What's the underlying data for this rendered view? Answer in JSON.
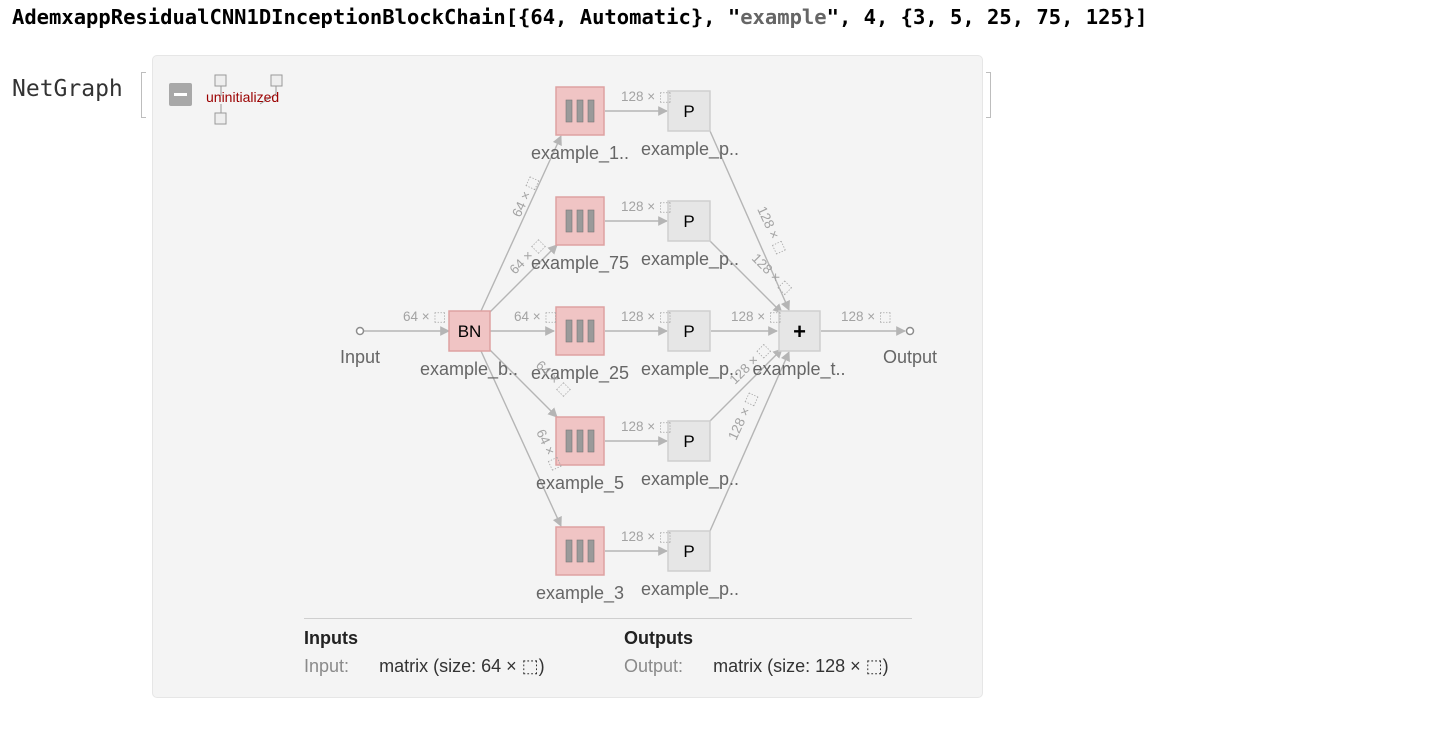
{
  "input_code": {
    "function_name": "AdemxappResidualCNN1DInceptionBlockChain",
    "args_prefix": "[{64, Automatic}, ",
    "string_arg": "example",
    "args_suffix": ", 4, {3, 5, 25, 75, 125}]"
  },
  "output_head": "NetGraph",
  "status": "uninitialized",
  "graph": {
    "endpoints": {
      "input": "Input",
      "output": "Output"
    },
    "nodes": {
      "bn": {
        "text": "BN",
        "label": "example_b.."
      },
      "c1": {
        "label": "example_1.."
      },
      "c2": {
        "label": "example_75"
      },
      "c3": {
        "label": "example_25"
      },
      "c4": {
        "label": "example_5"
      },
      "c5": {
        "label": "example_3"
      },
      "p1": {
        "text": "P",
        "label": "example_p.."
      },
      "p2": {
        "text": "P",
        "label": "example_p.."
      },
      "p3": {
        "text": "P",
        "label": "example_p.."
      },
      "p4": {
        "text": "P",
        "label": "example_p.."
      },
      "p5": {
        "text": "P",
        "label": "example_p.."
      },
      "tot": {
        "text": "+",
        "label": "example_t.."
      }
    },
    "dims": {
      "d64": "64 × ⬚",
      "d128": "128 × ⬚"
    },
    "colors": {
      "conv_fill": "#f0c4c4",
      "conv_stroke": "#dea1a1",
      "pool_fill": "#e6e6e6",
      "pool_stroke": "#cfcfcf",
      "edge": "#b5b5b5",
      "bars": "#9a9a9a"
    }
  },
  "ports": {
    "inputs_title": "Inputs",
    "input_name": "Input:",
    "input_type": "matrix (size: 64 × ⬚)",
    "outputs_title": "Outputs",
    "output_name": "Output:",
    "output_type": "matrix (size: 128 × ⬚)"
  },
  "icons": {
    "collapse": "minus-square-icon",
    "status": "uninitialized-net-icon"
  }
}
